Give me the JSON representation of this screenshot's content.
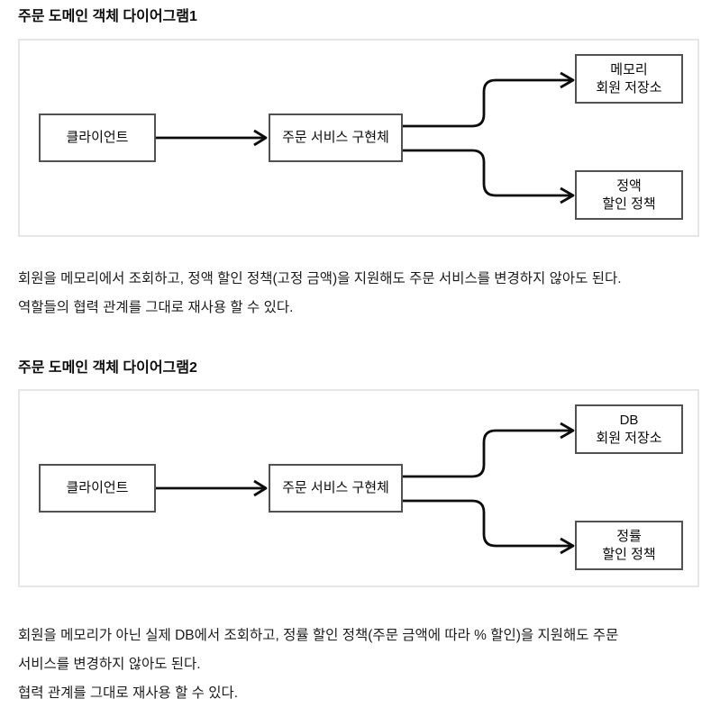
{
  "colors": {
    "background": "#ffffff",
    "diagram_frame_border": "#e6e6e6",
    "node_border": "#525252",
    "arrow": "#0c0c0c",
    "text": "#111111"
  },
  "sections": [
    {
      "heading": "주문 도메인 객체 다이어그램1",
      "diagram": {
        "client": "클라이언트",
        "service": "주문 서비스 구현체",
        "top_right": "메모리\n회원 저장소",
        "bottom_right": "정액\n할인 정책",
        "edges": [
          {
            "from": "클라이언트",
            "to": "주문 서비스 구현체"
          },
          {
            "from": "주문 서비스 구현체",
            "to": "메모리 회원 저장소"
          },
          {
            "from": "주문 서비스 구현체",
            "to": "정액 할인 정책"
          }
        ]
      },
      "description": "회원을 메모리에서 조회하고, 정액 할인 정책(고정 금액)을 지원해도 주문 서비스를 변경하지 않아도 된다.\n역할들의 협력 관계를 그대로 재사용 할 수 있다."
    },
    {
      "heading": "주문 도메인 객체 다이어그램2",
      "diagram": {
        "client": "클라이언트",
        "service": "주문 서비스 구현체",
        "top_right": "DB\n회원 저장소",
        "bottom_right": "정률\n할인 정책",
        "edges": [
          {
            "from": "클라이언트",
            "to": "주문 서비스 구현체"
          },
          {
            "from": "주문 서비스 구현체",
            "to": "DB 회원 저장소"
          },
          {
            "from": "주문 서비스 구현체",
            "to": "정률 할인 정책"
          }
        ]
      },
      "description": "회원을 메모리가 아닌 실제 DB에서 조회하고, 정률 할인 정책(주문 금액에 따라 % 할인)을 지원해도 주문\n서비스를 변경하지 않아도 된다.\n협력 관계를 그대로 재사용 할 수 있다."
    }
  ]
}
